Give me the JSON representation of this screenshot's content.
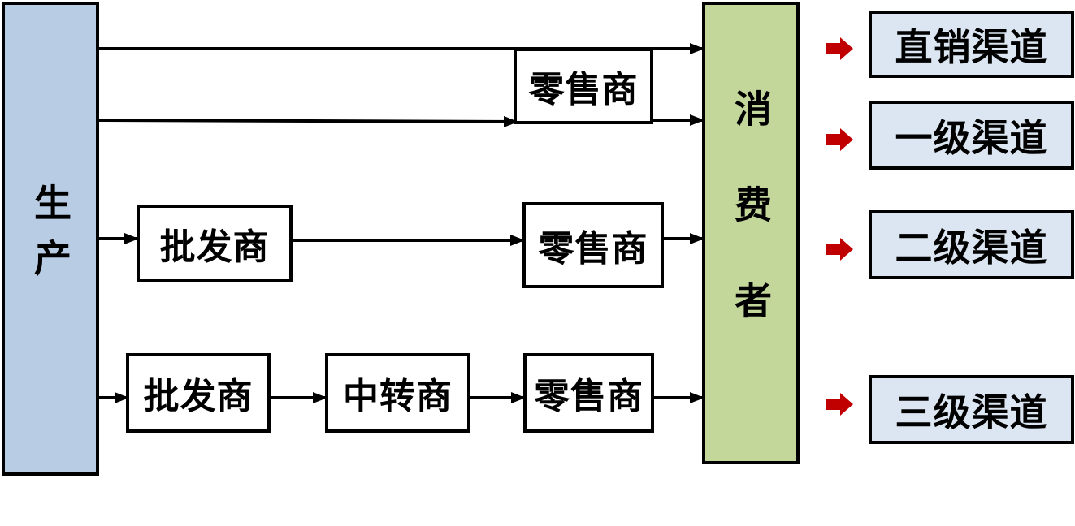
{
  "diagram": {
    "producer": {
      "label": "生产"
    },
    "consumer": {
      "label": "消费者"
    },
    "channels": [
      {
        "label": "直销渠道",
        "intermediaries": []
      },
      {
        "label": "一级渠道",
        "intermediaries": [
          "零售商"
        ]
      },
      {
        "label": "二级渠道",
        "intermediaries": [
          "批发商",
          "零售商"
        ]
      },
      {
        "label": "三级渠道",
        "intermediaries": [
          "批发商",
          "中转商",
          "零售商"
        ]
      }
    ]
  },
  "colors": {
    "producer_fill": "#b8cce4",
    "consumer_fill": "#c4d79b",
    "channel_label_fill": "#dce6f2",
    "node_fill": "#ffffff",
    "line": "#000000",
    "channel_arrow": "#c00000"
  }
}
